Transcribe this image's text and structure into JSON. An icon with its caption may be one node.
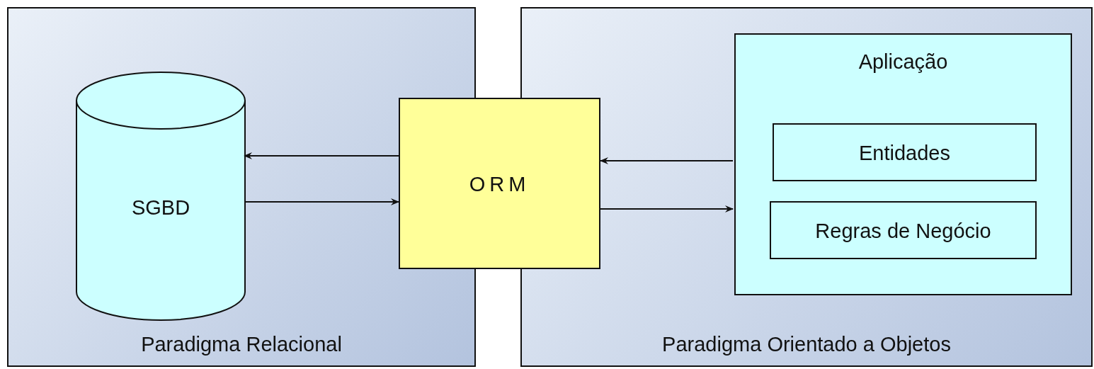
{
  "diagram": {
    "nodes": [
      {
        "text": [
          "Paradigma Relacional"
        ]
      },
      {
        "text": [
          "Paradigma Orientado a Objetos"
        ]
      },
      {
        "text": [
          "SGBD"
        ],
        "in": 0
      },
      {
        "text": [
          "ORM"
        ]
      },
      {
        "text": [
          "Aplicação"
        ],
        "in": 1
      },
      {
        "text": [
          "Entidades"
        ],
        "in": 4
      },
      {
        "text": [
          "Regras de Negócio"
        ],
        "in": 4
      }
    ],
    "edges": [
      {
        "from": 3,
        "to": 2,
        "arrow": "to"
      },
      {
        "from": 2,
        "to": 3,
        "arrow": "to"
      },
      {
        "from": 4,
        "to": 3,
        "arrow": "to"
      },
      {
        "from": 3,
        "to": 4,
        "arrow": "to"
      }
    ]
  }
}
